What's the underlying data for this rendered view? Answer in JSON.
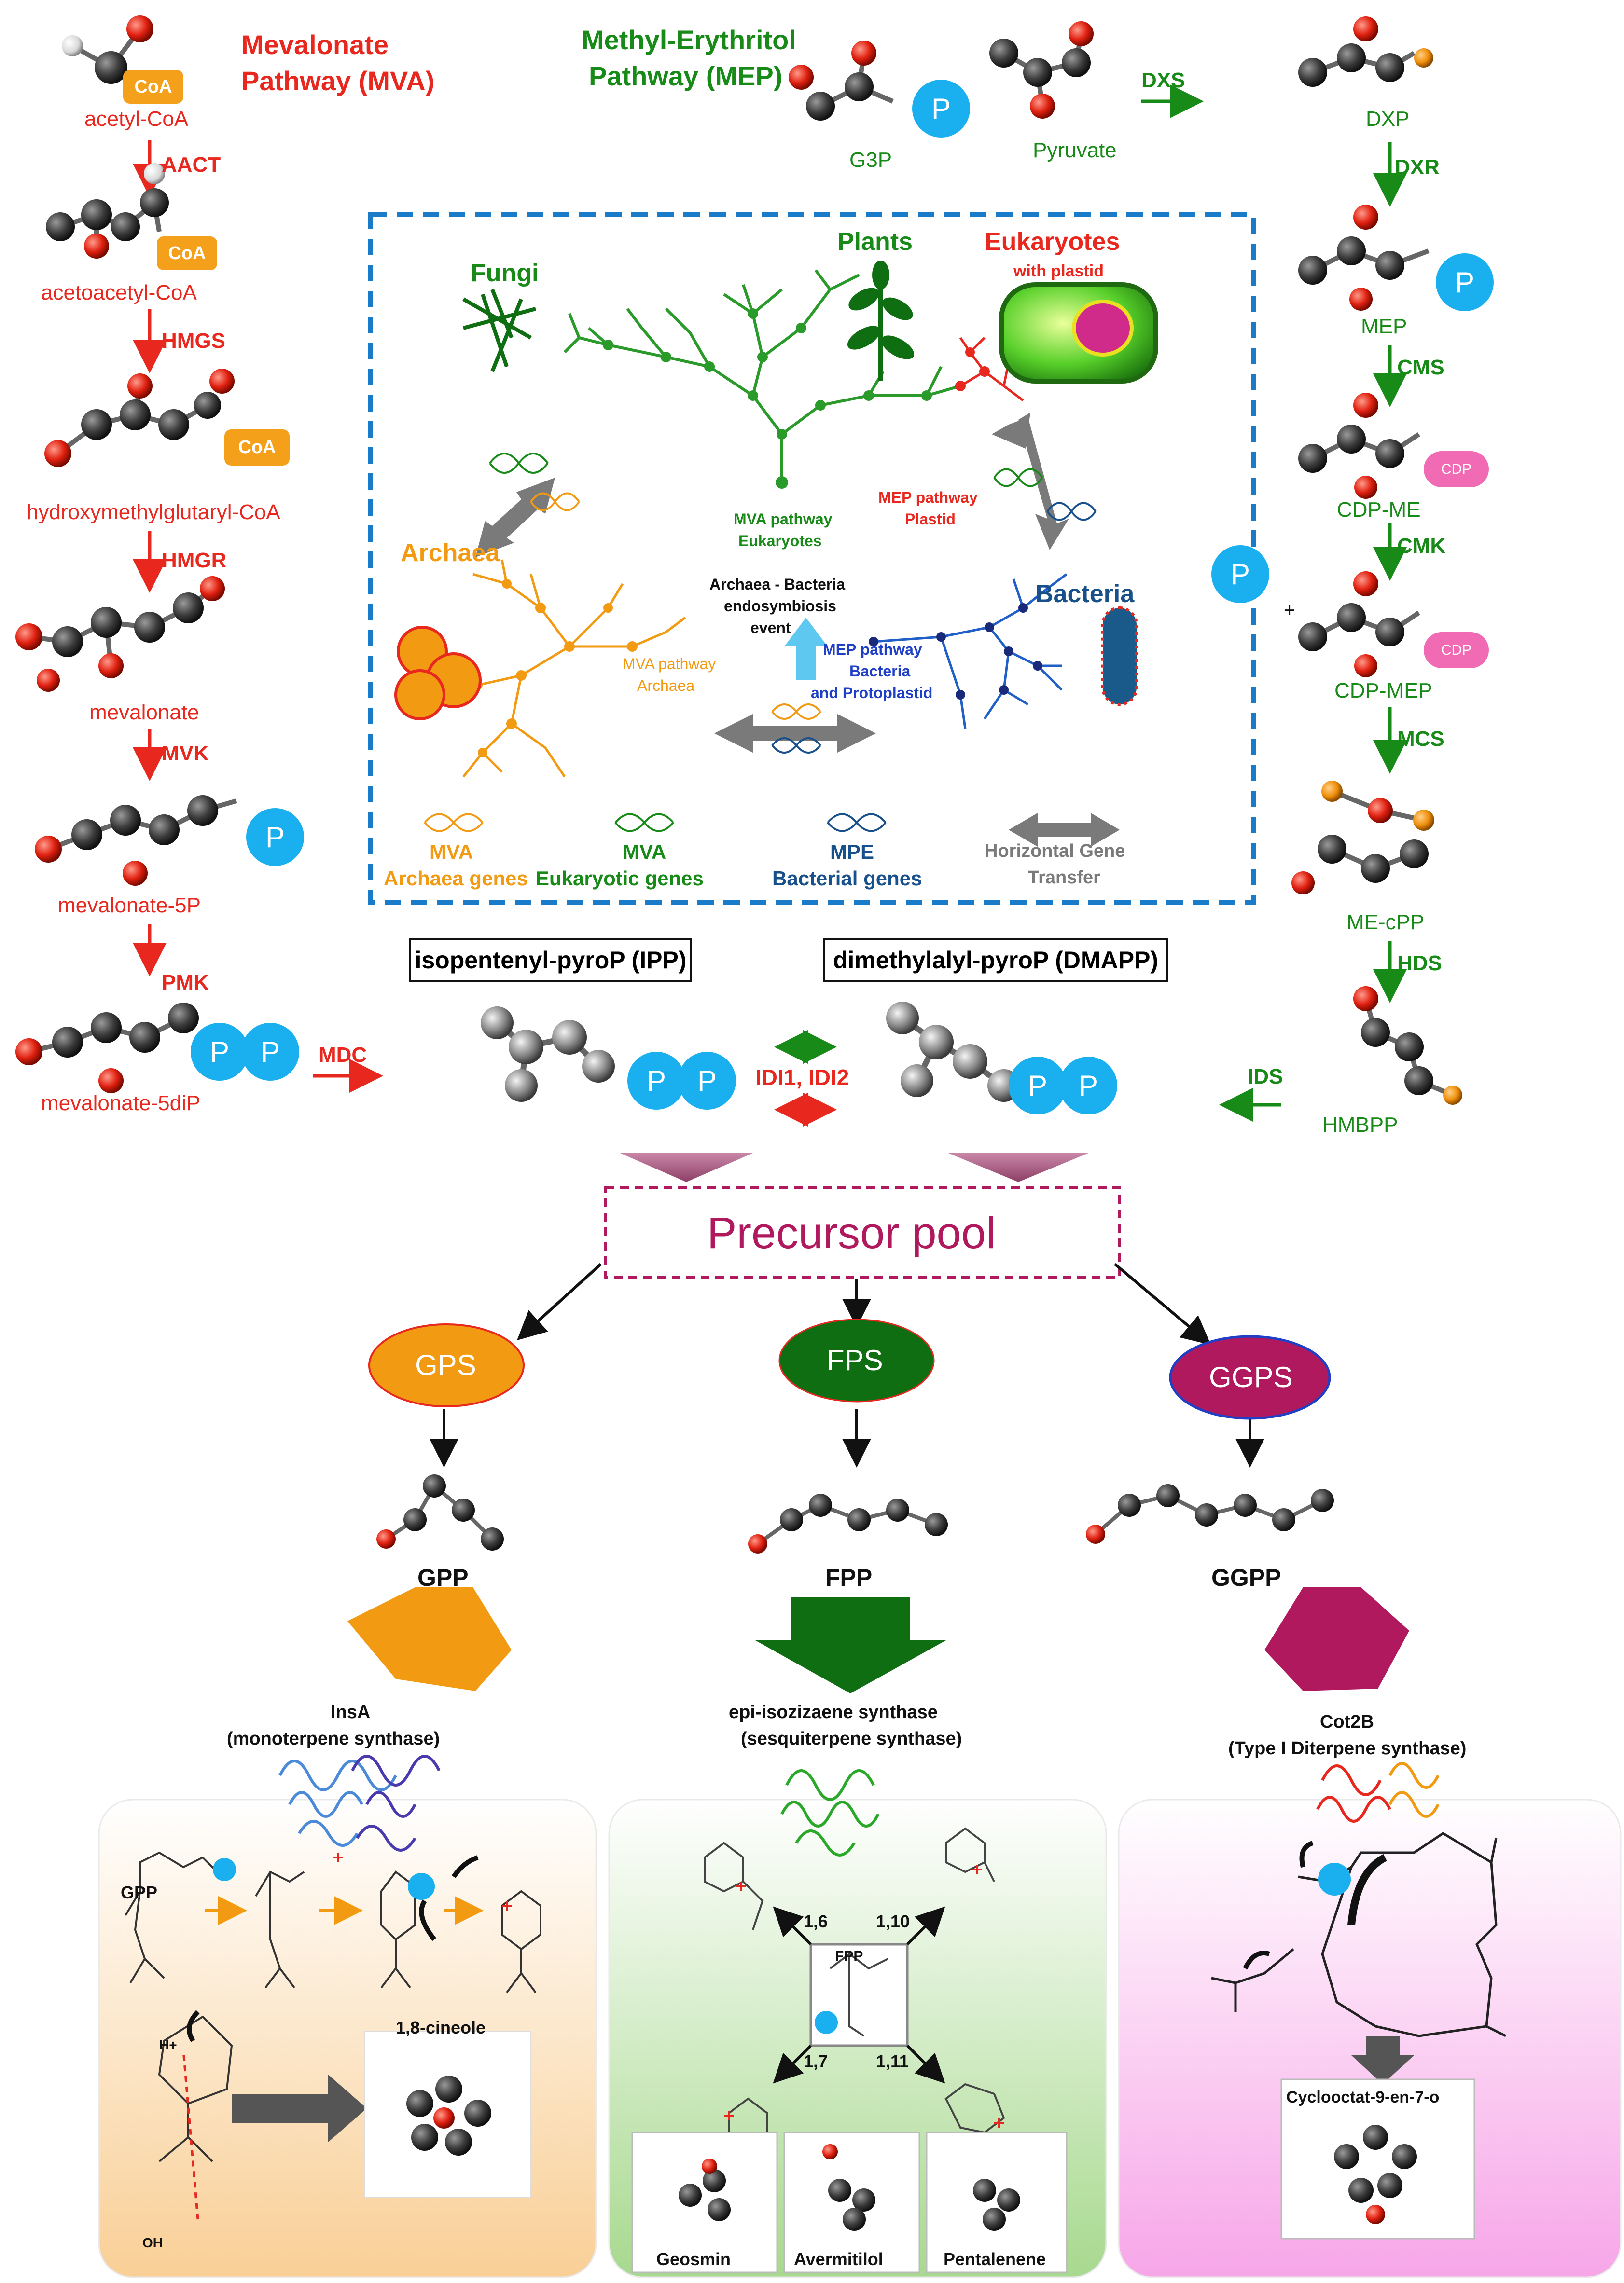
{
  "mva": {
    "title_line1": "Mevalonate",
    "title_line2": "Pathway (MVA)",
    "intermediates": [
      "acetyl-CoA",
      "acetoacetyl-CoA",
      "hydroxymethylglutaryl-CoA",
      "mevalonate",
      "mevalonate-5P",
      "mevalonate-5diP"
    ],
    "enzymes": [
      "AACT",
      "HMGS",
      "HMGR",
      "MVK",
      "PMK",
      "MDC"
    ],
    "coa_label": "CoA"
  },
  "mep": {
    "title_line1": "Methyl-Erythritol",
    "title_line2": "Pathway (MEP)",
    "inputs": [
      "G3P",
      "Pyruvate"
    ],
    "intermediates": [
      "DXP",
      "MEP",
      "CDP-ME",
      "CDP-MEP",
      "ME-cPP",
      "HMBPP"
    ],
    "enzymes": [
      "DXS",
      "DXR",
      "CMS",
      "CMK",
      "MCS",
      "HDS",
      "IDS"
    ],
    "cdp_label": "CDP"
  },
  "phosphate_label": "P",
  "phylo": {
    "fungi": "Fungi",
    "plants": "Plants",
    "eukaryotes": "Eukaryotes",
    "with_plastid": "with plastid",
    "archaea": "Archaea",
    "bacteria": "Bacteria",
    "mva_euk_line1": "MVA pathway",
    "mva_euk_line2": "Eukaryotes",
    "mep_plastid_line1": "MEP pathway",
    "mep_plastid_line2": "Plastid",
    "endo_line1": "Archaea - Bacteria",
    "endo_line2": "endosymbiosis",
    "endo_line3": "event",
    "mva_arch_line1": "MVA pathway",
    "mva_arch_line2": "Archaea",
    "mep_bact_line1": "MEP pathway",
    "mep_bact_line2": "Bacteria",
    "mep_bact_line3": "and Protoplastid",
    "legend": [
      {
        "line1": "MVA",
        "line2": "Archaea genes",
        "color": "#f29a12"
      },
      {
        "line1": "MVA",
        "line2": "Eukaryotic genes",
        "color": "#178a17"
      },
      {
        "line1": "MPE",
        "line2": "Bacterial genes",
        "color": "#17508a"
      },
      {
        "line1": "Horizontal Gene",
        "line2": "Transfer",
        "color": "#7a7a7a"
      }
    ]
  },
  "ipp": "isopentenyl-pyroP (IPP)",
  "dmapp": "dimethylalyl-pyroP (DMAPP)",
  "idi": "IDI1, IDI2",
  "precursor_pool": "Precursor pool",
  "synthases": [
    {
      "name": "GPS",
      "product": "GPP",
      "color": "#f29a12"
    },
    {
      "name": "FPS",
      "product": "FPP",
      "color": "#0f6e12"
    },
    {
      "name": "GGPS",
      "product": "GGPP",
      "color": "#b0195e"
    }
  ],
  "terpene_synthases": [
    {
      "line1": "InsA",
      "line2": "(monoterpene synthase)"
    },
    {
      "line1": "epi-isozizaene synthase",
      "line2": "(sesquiterpene synthase)"
    },
    {
      "line1": "Cot2B",
      "line2": "(Type I Diterpene synthase)"
    }
  ],
  "panel1": {
    "gpp": "GPP",
    "hplus": "H+",
    "product": "1,8-cineole",
    "oh": "OH"
  },
  "panel2": {
    "fpp": "FPP",
    "bonds": [
      "1,6",
      "1,10",
      "1,7",
      "1,11"
    ],
    "products": [
      "Geosmin",
      "Avermitilol",
      "Pentalenene"
    ]
  },
  "panel3": {
    "product": "Cyclooctat-9-en-7-o"
  },
  "colors": {
    "mva_red": "#e8281e",
    "mep_green": "#178a17",
    "phosphate_blue": "#1ab0f0",
    "coa_orange": "#f5a01a",
    "cdp_pink": "#f06bb4",
    "pool_magenta": "#b0195e",
    "dashed_blue": "#1a7bc8"
  }
}
